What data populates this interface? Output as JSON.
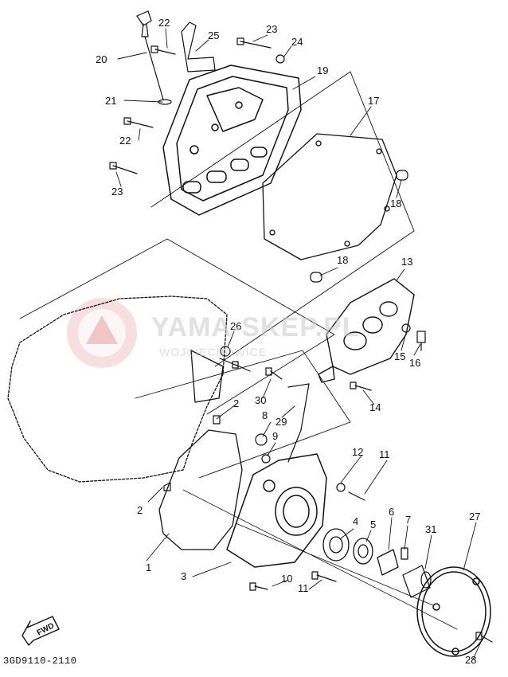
{
  "diagram": {
    "code": "3GD9110-2110",
    "fwd_label": "FWD",
    "watermark": {
      "brand": "YAMA-SKEP.PL",
      "city": "WOJCIECHOWICE"
    },
    "callouts": [
      {
        "id": "1",
        "text": "1"
      },
      {
        "id": "2a",
        "text": "2"
      },
      {
        "id": "2b",
        "text": "2"
      },
      {
        "id": "3",
        "text": "3"
      },
      {
        "id": "4",
        "text": "4"
      },
      {
        "id": "5",
        "text": "5"
      },
      {
        "id": "6",
        "text": "6"
      },
      {
        "id": "7",
        "text": "7"
      },
      {
        "id": "8",
        "text": "8"
      },
      {
        "id": "9",
        "text": "9"
      },
      {
        "id": "10",
        "text": "10"
      },
      {
        "id": "11a",
        "text": "11"
      },
      {
        "id": "11b",
        "text": "11"
      },
      {
        "id": "12",
        "text": "12"
      },
      {
        "id": "13",
        "text": "13"
      },
      {
        "id": "14",
        "text": "14"
      },
      {
        "id": "15",
        "text": "15"
      },
      {
        "id": "16",
        "text": "16"
      },
      {
        "id": "17",
        "text": "17"
      },
      {
        "id": "18a",
        "text": "18"
      },
      {
        "id": "18b",
        "text": "18"
      },
      {
        "id": "19",
        "text": "19"
      },
      {
        "id": "20",
        "text": "20"
      },
      {
        "id": "21",
        "text": "21"
      },
      {
        "id": "22a",
        "text": "22"
      },
      {
        "id": "22b",
        "text": "22"
      },
      {
        "id": "23a",
        "text": "23"
      },
      {
        "id": "23b",
        "text": "23"
      },
      {
        "id": "24",
        "text": "24"
      },
      {
        "id": "25",
        "text": "25"
      },
      {
        "id": "26",
        "text": "26"
      },
      {
        "id": "27",
        "text": "27"
      },
      {
        "id": "28",
        "text": "28"
      },
      {
        "id": "29",
        "text": "29"
      },
      {
        "id": "30",
        "text": "30"
      },
      {
        "id": "31",
        "text": "31"
      }
    ]
  }
}
